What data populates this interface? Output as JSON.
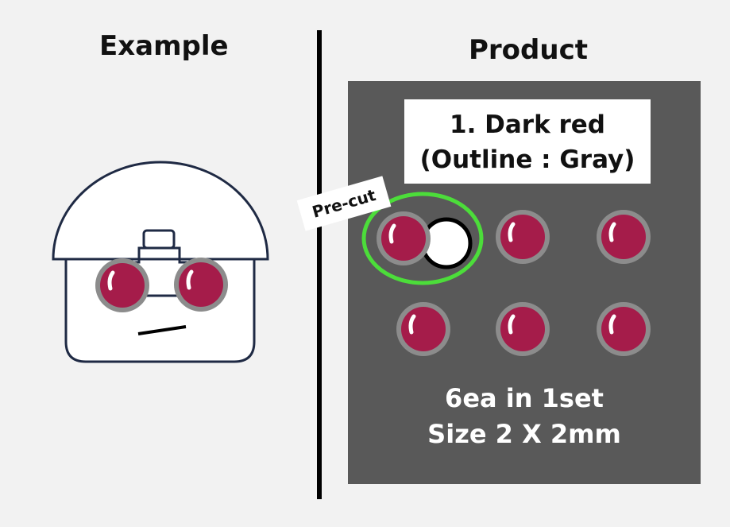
{
  "example": {
    "title": "Example"
  },
  "product": {
    "title": "Product",
    "color_line1": "1. Dark red",
    "color_line2": "(Outline : Gray)",
    "precut_label": "Pre-cut",
    "set_count": "6ea in 1set",
    "size": "Size 2 X 2mm"
  },
  "colors": {
    "background": "#f2f2f2",
    "panel": "#595959",
    "eye_fill": "#a51c4a",
    "eye_outline": "#8c8c8c",
    "precut_ring": "#4cdd3a",
    "face_outline": "#1f2a44"
  },
  "icons": [
    "robot-face-icon",
    "eye-sticker-icon"
  ]
}
